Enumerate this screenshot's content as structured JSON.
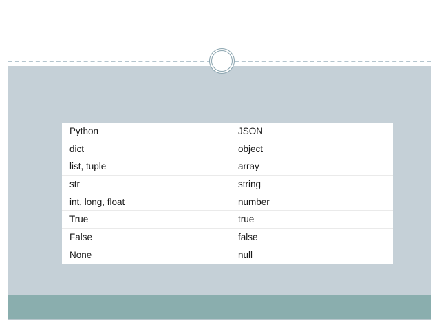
{
  "slide": {
    "header_title": "",
    "background_color": "#c5d0d7",
    "header_color": "#ffffff",
    "footer_color": "#8aaeae",
    "border_color": "#b9c6cc",
    "divider_color": "#b3c4cd",
    "ornament": "double-ring-circle"
  },
  "table": {
    "headers": [
      "Python",
      "JSON"
    ],
    "rows": [
      [
        "dict",
        "object"
      ],
      [
        "list, tuple",
        "array"
      ],
      [
        "str",
        "string"
      ],
      [
        "int, long, float",
        "number"
      ],
      [
        "True",
        "true"
      ],
      [
        "False",
        "false"
      ],
      [
        "None",
        "null"
      ]
    ]
  }
}
